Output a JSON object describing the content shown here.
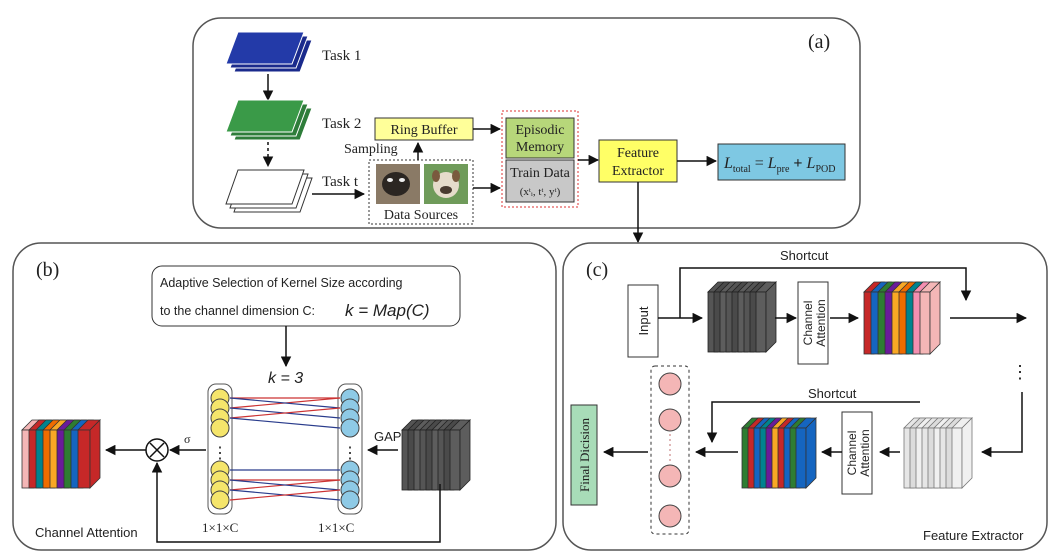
{
  "panel_a": {
    "label": "(a)",
    "task1": "Task 1",
    "task2": "Task 2",
    "taskt": "Task t",
    "ring_buffer": "Ring Buffer",
    "sampling": "Sampling",
    "data_sources": "Data Sources",
    "episodic_l1": "Episodic",
    "episodic_l2": "Memory",
    "train_l1": "Train Data",
    "train_l2": "(xᵗᵢ, tᵗ, yᵗ)",
    "feature_l1": "Feature",
    "feature_l2": "Extractor",
    "loss": {
      "L1": "L",
      "s1": "total",
      "eq": " = ",
      "L2": "L",
      "s2": "pre",
      "plus": " + ",
      "L3": "L",
      "s3": "POD"
    }
  },
  "panel_b": {
    "label": "(b)",
    "adaptive_l1": "Adaptive Selection of Kernel Size according",
    "adaptive_l2": "to the channel dimension C:",
    "formula": "k = Map(C)",
    "k3": "k = 3",
    "gap": "GAP",
    "sigma": "σ",
    "dim_left": "1×1×C",
    "dim_right": "1×1×C",
    "caption": "Channel Attention"
  },
  "panel_c": {
    "label": "(c)",
    "shortcut_top": "Shortcut",
    "shortcut_bottom": "Shortcut",
    "input": "Input",
    "ca_top_l1": "Channel",
    "ca_top_l2": "Attention",
    "ca_bot_l1": "Channel",
    "ca_bot_l2": "Attention",
    "final_decision": "Final Dicision",
    "caption": "Feature Extractor",
    "dots": "⋮"
  },
  "colors": {
    "task1": "#1a2a8c",
    "task2": "#2e7d3a",
    "ring_buffer": "#ffff99",
    "episodic": "#b7d77a",
    "train": "#c8c8c8",
    "feature": "#ffff66",
    "loss": "#7ec8e3",
    "neuron_yellow": "#f5e56b",
    "neuron_blue": "#8ecae6",
    "neuron_pink": "#f4b6b6",
    "final": "#a8dcb8",
    "stripe_colors": [
      "#c62828",
      "#1565c0",
      "#2e7d32",
      "#6a1b9a",
      "#f9a825",
      "#ef6c00",
      "#00838f",
      "#f48fb1"
    ]
  }
}
